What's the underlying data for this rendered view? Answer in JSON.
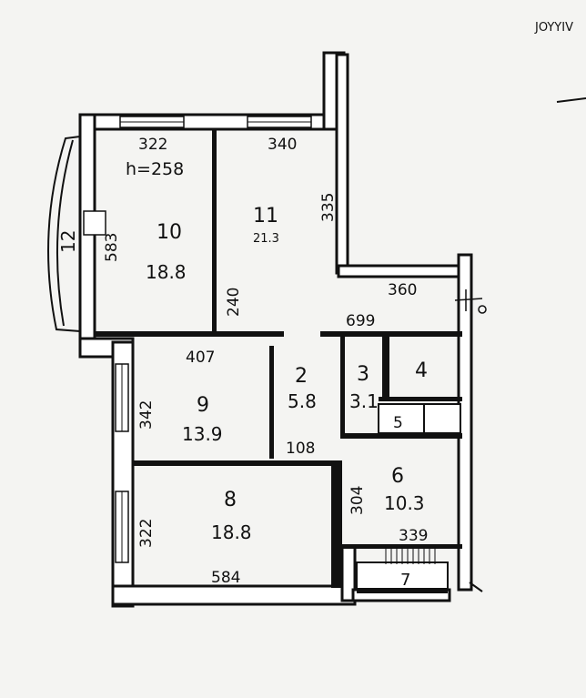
{
  "header": {
    "corner_mark": "JOYYIV"
  },
  "rooms": [
    {
      "id": "10",
      "number": "10",
      "area": "18.8"
    },
    {
      "id": "11",
      "number": "11",
      "area": "21.3"
    },
    {
      "id": "9",
      "number": "9",
      "area": "13.9"
    },
    {
      "id": "8",
      "number": "8",
      "area": "18.8"
    },
    {
      "id": "2",
      "number": "2",
      "area": "5.8"
    },
    {
      "id": "3",
      "number": "3",
      "area": "3.1"
    },
    {
      "id": "4",
      "number": "4",
      "area": ""
    },
    {
      "id": "5",
      "number": "5",
      "area": ""
    },
    {
      "id": "6",
      "number": "6",
      "area": "10.3"
    },
    {
      "id": "7",
      "number": "7",
      "area": ""
    },
    {
      "id": "12",
      "number": "12",
      "area": ""
    }
  ],
  "notes": {
    "ceiling_height": "h=258"
  },
  "dimensions": {
    "d322_top": "322",
    "d340": "340",
    "d335": "335",
    "d583": "583",
    "d240": "240",
    "d360": "360",
    "d699": "699",
    "d407": "407",
    "d342": "342",
    "d108": "108",
    "d304": "304",
    "d322_left": "322",
    "d584": "584",
    "d339": "339"
  }
}
